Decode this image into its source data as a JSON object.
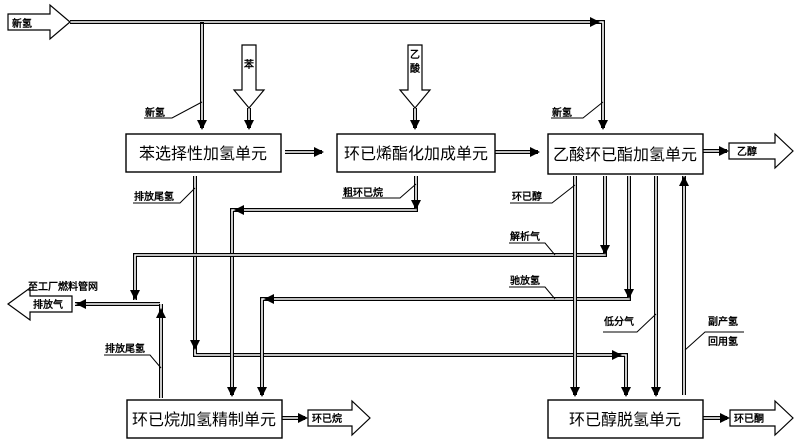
{
  "units": {
    "benzene_hydrogenation": "苯选择性加氢单元",
    "cyclohexene_esterification": "环已烯酯化加成单元",
    "acetate_hydrogenation": "乙酸环已酯加氢单元",
    "cyclohexane_refining": "环已烷加氢精制单元",
    "cyclohexanol_dehydrogenation": "环已醇脱氢单元"
  },
  "inputs": {
    "fresh_hydrogen": "新氢",
    "benzene": "苯",
    "acetic_acid": "乙酸"
  },
  "outputs": {
    "ethanol": "乙醇",
    "cyclohexane": "环已烷",
    "cyclohexanone": "环已酮",
    "vent_gas": "排放气"
  },
  "labels": {
    "fresh_h2_1": "新氢",
    "fresh_h2_2": "新氢",
    "tail_h2_1": "排放尾氢",
    "tail_h2_2": "排放尾氢",
    "crude_cyclohexane": "粗环已烷",
    "cyclohexanol": "环已醇",
    "desorption_gas": "解析气",
    "purge_h2": "驰放氢",
    "low_gas": "低分气",
    "byproduct_h2": "副产氢",
    "recycle_h2": "回用氢",
    "to_fuel_network": "至工厂燃料管网"
  }
}
